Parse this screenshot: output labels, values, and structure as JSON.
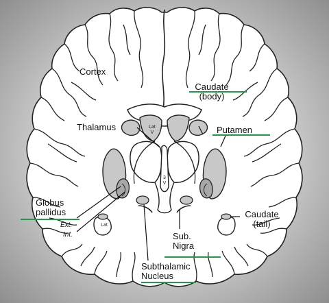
{
  "labels": {
    "cortex": "Cortex",
    "caudate_body_line1": "Caudate",
    "caudate_body_line2": "(body)",
    "thalamus": "Thalamus",
    "putamen": "Putamen",
    "lat_v_top_1": "Lat",
    "lat_v_top_2": "V",
    "third_v_1": "3",
    "third_v_2": "V",
    "globus_line1": "Globus",
    "globus_line2": "pallidus",
    "ext": "Ext.",
    "int": "Int.",
    "lat_v_bottom": "Lat",
    "sub_nigra_line1": "Sub.",
    "sub_nigra_line2": "Nigra",
    "subthalamic_line1": "Subthalamic",
    "subthalamic_line2": "Nucleus",
    "caudate_tail_line1": "Caudate",
    "caudate_tail_line2": "(tail)"
  },
  "colors": {
    "underline": "#1e9a4a",
    "nucleus_fill": "#c8c8c8",
    "outline": "#222222"
  }
}
